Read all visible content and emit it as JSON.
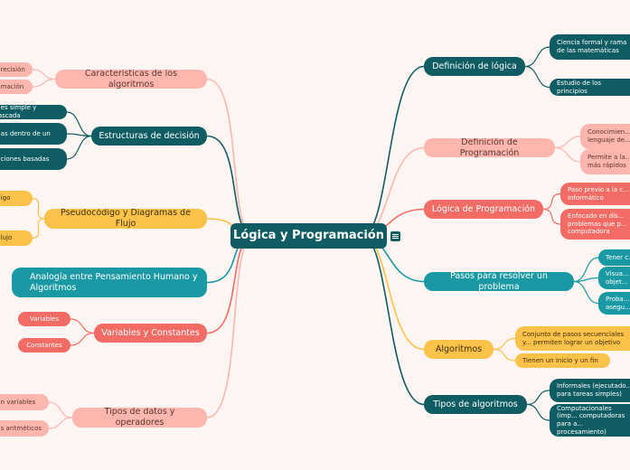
{
  "center": {
    "title": "Lógica y Programación",
    "icon": "notes-icon"
  },
  "right": [
    {
      "id": "def-logica",
      "label": "Definición de lógica",
      "color": "teal",
      "children": [
        {
          "label": "Ciencia formal y rama de las matemáticas",
          "color": "teal"
        },
        {
          "label": "Estudio de los principios",
          "color": "teal"
        }
      ]
    },
    {
      "id": "def-programacion",
      "label": "Definición de Programación",
      "color": "pink",
      "children": [
        {
          "label": "Conocimien... lenguaje de...",
          "color": "pink"
        },
        {
          "label": "Permite a la... más rápidos",
          "color": "pink"
        }
      ]
    },
    {
      "id": "logica-programacion",
      "label": "Lógica de Programación",
      "color": "red",
      "children": [
        {
          "label": "Paso previo a la c... informático",
          "color": "red"
        },
        {
          "label": "Enfocado en dis... problemas que p... computadora",
          "color": "red"
        }
      ]
    },
    {
      "id": "pasos",
      "label": "Pasos para resolver un problema",
      "color": "tq",
      "children": [
        {
          "label": "Tener c...",
          "color": "tq"
        },
        {
          "label": "Visua... objet...",
          "color": "tq"
        },
        {
          "label": "Proba... asegu...",
          "color": "tq"
        }
      ]
    },
    {
      "id": "algoritmos",
      "label": "Algoritmos",
      "color": "yel",
      "children": [
        {
          "label": "Conjunto de pasos secuenciales y... permiten lograr un objetivo",
          "color": "yel"
        },
        {
          "label": "Tienen un inicio y un fin",
          "color": "yel"
        }
      ]
    },
    {
      "id": "tipos-algoritmos",
      "label": "Tipos de algoritmos",
      "color": "teal",
      "children": [
        {
          "label": "Informales (ejecutado... para tareas simples)",
          "color": "teal"
        },
        {
          "label": "Computacionales (imp... computadoras para a... procesamiento)",
          "color": "teal"
        }
      ]
    }
  ],
  "left": [
    {
      "id": "caracteristicas",
      "label": "Características de los algoritmos",
      "color": "pink",
      "children": [
        {
          "label": "...recisión",
          "color": "pink"
        },
        {
          "label": "...mación",
          "color": "pink"
        }
      ]
    },
    {
      "id": "estructuras",
      "label": "Estructuras de decisión",
      "color": "teal",
      "children": [
        {
          "label": "...es simple y cascada",
          "color": "teal"
        },
        {
          "label": "...as dentro de un",
          "color": "teal"
        },
        {
          "label": "...ciones basadas",
          "color": "teal"
        }
      ]
    },
    {
      "id": "pseudocodigo",
      "label": "Pseudocódigo y Diagramas de Flujo",
      "color": "yel",
      "children": [
        {
          "label": "...igo",
          "color": "yel"
        },
        {
          "label": "...lujo",
          "color": "yel"
        }
      ]
    },
    {
      "id": "analogia",
      "label": "Analogía entre Pensamiento Humano y Algoritmos",
      "color": "tq",
      "children": []
    },
    {
      "id": "variables",
      "label": "Variables y Constantes",
      "color": "red",
      "children": [
        {
          "label": "Variables",
          "color": "red"
        },
        {
          "label": "Constantes",
          "color": "red"
        }
      ]
    },
    {
      "id": "tipos-datos",
      "label": "Tipos de datos y operadores",
      "color": "pink",
      "children": [
        {
          "label": "...n variables",
          "color": "pink"
        },
        {
          "label": "...s aritméticos",
          "color": "pink"
        }
      ]
    }
  ],
  "palette": {
    "teal": "#0f5c63",
    "pink": "#ffb6ae",
    "red": "#f26b64",
    "tq": "#1a98a3",
    "yel": "#fcc24a"
  },
  "line_palette": {
    "teal": "#0f5c63",
    "pink": "#ffb6ae",
    "red": "#f26b64",
    "tq": "#1a98a3",
    "yel": "#fcc24a"
  }
}
